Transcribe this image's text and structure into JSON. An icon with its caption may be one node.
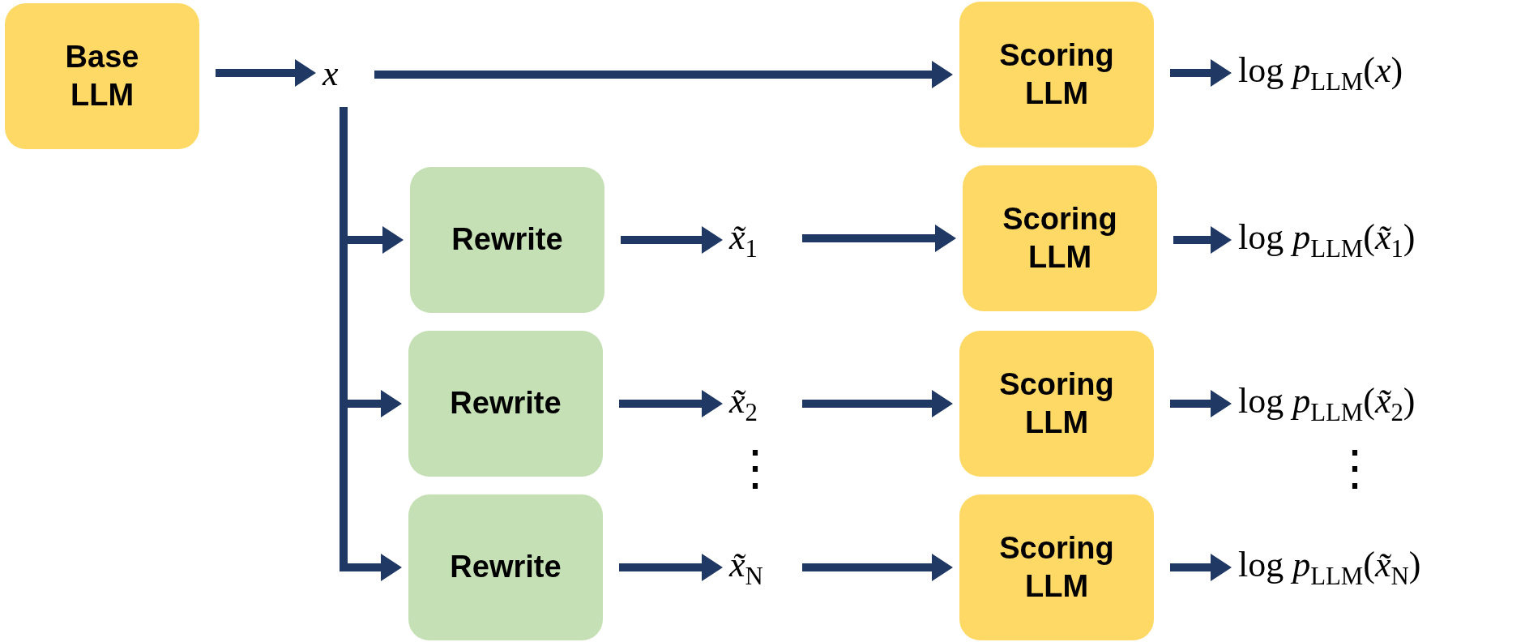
{
  "diagram": {
    "nodes": [
      {
        "text": [
          "Base LLM"
        ]
      },
      {
        "text": [
          "*x*"
        ]
      },
      {
        "text": [
          "Scoring LLM"
        ]
      },
      {
        "text": [
          "log *p*$_{LLM}$(*x*)"
        ]
      },
      {
        "text": [
          "Rewrite"
        ]
      },
      {
        "text": [
          "*x̃*$_{1}$"
        ]
      },
      {
        "text": [
          "Scoring LLM"
        ]
      },
      {
        "text": [
          "log *p*$_{LLM}$(*x̃*$_{1}$)"
        ]
      },
      {
        "text": [
          "Rewrite"
        ]
      },
      {
        "text": [
          "*x̃*$_{2}$"
        ]
      },
      {
        "text": [
          "Scoring LLM"
        ]
      },
      {
        "text": [
          "log *p*$_{LLM}$(*x̃*$_{2}$)"
        ]
      },
      {
        "text": [
          "Rewrite"
        ]
      },
      {
        "text": [
          "*x̃*$_{N}$"
        ]
      },
      {
        "text": [
          "Scoring LLM"
        ]
      },
      {
        "text": [
          "log *p*$_{LLM}$(*x̃*$_{N}$)"
        ]
      }
    ],
    "edges": [
      {
        "from": 0,
        "to": 1,
        "arrow": "to"
      },
      {
        "from": 1,
        "to": 2,
        "arrow": "to"
      },
      {
        "from": 2,
        "to": 3,
        "arrow": "to"
      },
      {
        "from": 1,
        "to": 4,
        "arrow": "to"
      },
      {
        "from": 1,
        "to": 8,
        "arrow": "to"
      },
      {
        "from": 1,
        "to": 12,
        "arrow": "to"
      },
      {
        "from": 4,
        "to": 5,
        "arrow": "to"
      },
      {
        "from": 5,
        "to": 6,
        "arrow": "to"
      },
      {
        "from": 6,
        "to": 7,
        "arrow": "to"
      },
      {
        "from": 8,
        "to": 9,
        "arrow": "to"
      },
      {
        "from": 9,
        "to": 10,
        "arrow": "to"
      },
      {
        "from": 10,
        "to": 11,
        "arrow": "to"
      },
      {
        "from": 12,
        "to": 13,
        "arrow": "to"
      },
      {
        "from": 13,
        "to": 14,
        "arrow": "to"
      },
      {
        "from": 14,
        "to": 15,
        "arrow": "to"
      }
    ],
    "labels": [
      "⋮",
      "⋮"
    ]
  }
}
